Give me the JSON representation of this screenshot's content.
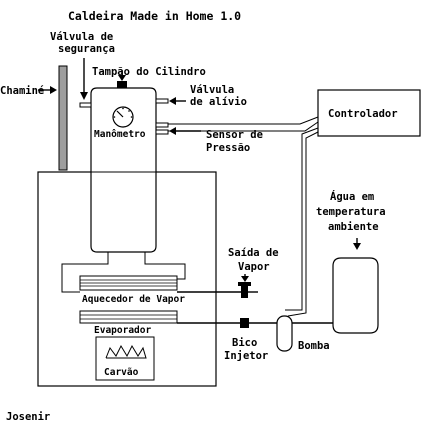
{
  "title": "Caldeira Made in Home 1.0",
  "labels": {
    "valvula_seguranca_1": "Válvula de",
    "valvula_seguranca_2": "segurança",
    "chamine": "Chaminé",
    "tampao": "Tampão do Cilindro",
    "valvula_alivio_1": "Válvula",
    "valvula_alivio_2": "de alívio",
    "controlador": "Controlador",
    "manometro": "Manômetro",
    "sensor_1": "Sensor de",
    "sensor_2": "Pressão",
    "agua_1": "Água em",
    "agua_2": "temperatura",
    "agua_3": "ambiente",
    "saida_1": "Saída de",
    "saida_2": "Vapor",
    "aquecedor": "Aquecedor de Vapor",
    "evaporador": "Evaporador",
    "carvao": "Carvão",
    "bico_1": "Bico",
    "bico_2": "Injetor",
    "bomba": "Bomba",
    "autor": "Josenir"
  }
}
